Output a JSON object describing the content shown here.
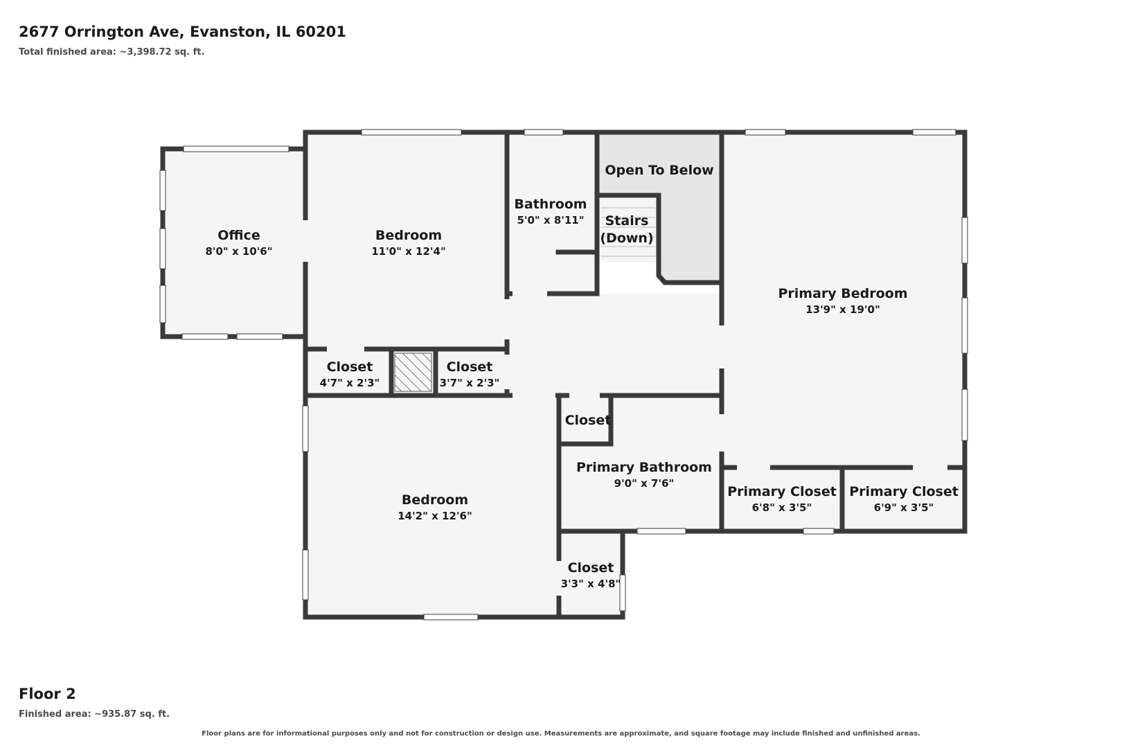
{
  "header": {
    "address": "2677 Orrington Ave, Evanston, IL 60201",
    "total_area": "Total finished area: ~3,398.72 sq. ft."
  },
  "floor": {
    "title": "Floor 2",
    "area": "Finished area: ~935.87 sq. ft."
  },
  "disclaimer": "Floor plans are for informational purposes only and not for construction or design use. Measurements are approximate, and square footage may include finished and unfinished areas.",
  "rooms": {
    "office": {
      "name": "Office",
      "dims": "8'0\" x 10'6\""
    },
    "bedroom_1": {
      "name": "Bedroom",
      "dims": "11'0\" x 12'4\""
    },
    "bathroom": {
      "name": "Bathroom",
      "dims": "5'0\" x 8'11\""
    },
    "open_to_below": {
      "name": "Open To Below"
    },
    "stairs": {
      "line1": "Stairs",
      "line2": "(Down)"
    },
    "primary_bedroom": {
      "name": "Primary Bedroom",
      "dims": "13'9\" x 19'0\""
    },
    "closet_1": {
      "name": "Closet",
      "dims": "4'7\" x 2'3\""
    },
    "closet_2": {
      "name": "Closet",
      "dims": "3'7\" x 2'3\""
    },
    "closet_3": {
      "name": "Closet"
    },
    "primary_bathroom": {
      "name": "Primary Bathroom",
      "dims": "9'0\" x 7'6\""
    },
    "primary_closet_1": {
      "name": "Primary Closet",
      "dims": "6'8\" x 3'5\""
    },
    "primary_closet_2": {
      "name": "Primary Closet",
      "dims": "6'9\" x 3'5\""
    },
    "bedroom_2": {
      "name": "Bedroom",
      "dims": "14'2\" x 12'6\""
    },
    "closet_4": {
      "name": "Closet",
      "dims": "3'3\" x 4'8\""
    }
  },
  "colors": {
    "wall": "#3a3a3a",
    "floor": "#f5f5f5",
    "open_area": "#e6e6e6"
  }
}
